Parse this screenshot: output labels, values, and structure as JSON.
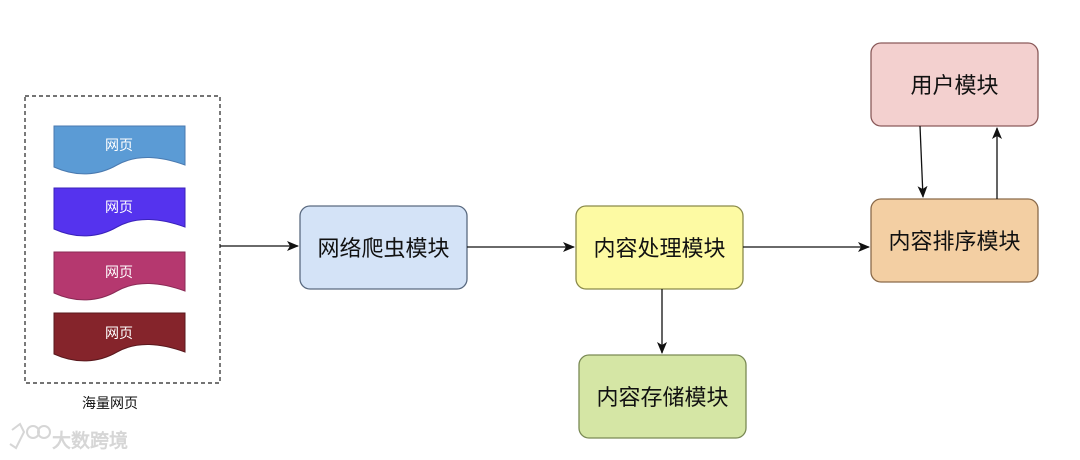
{
  "diagram": {
    "source_group": {
      "caption": "海量网页",
      "pages": [
        {
          "label": "网页",
          "color": "#5b9bd5"
        },
        {
          "label": "网页",
          "color": "#5533ee"
        },
        {
          "label": "网页",
          "color": "#b5386f"
        },
        {
          "label": "网页",
          "color": "#85242b"
        }
      ]
    },
    "nodes": {
      "crawler": {
        "label": "网络爬虫模块",
        "fill": "#d4e3f7",
        "stroke": "#5a6a80"
      },
      "processing": {
        "label": "内容处理模块",
        "fill": "#fdfaa3",
        "stroke": "#8a8a4a"
      },
      "storage": {
        "label": "内容存储模块",
        "fill": "#d5e6a5",
        "stroke": "#7a8a55"
      },
      "ranking": {
        "label": "内容排序模块",
        "fill": "#f3cfa3",
        "stroke": "#8a6a4a"
      },
      "user": {
        "label": "用户模块",
        "fill": "#f3d0cf",
        "stroke": "#8a5a5a"
      }
    },
    "edges": [
      {
        "from": "source_group",
        "to": "crawler"
      },
      {
        "from": "crawler",
        "to": "processing"
      },
      {
        "from": "processing",
        "to": "ranking"
      },
      {
        "from": "processing",
        "to": "storage"
      },
      {
        "from": "user",
        "to": "ranking"
      },
      {
        "from": "ranking",
        "to": "user"
      }
    ],
    "watermark": {
      "text": "大数跨境"
    }
  }
}
